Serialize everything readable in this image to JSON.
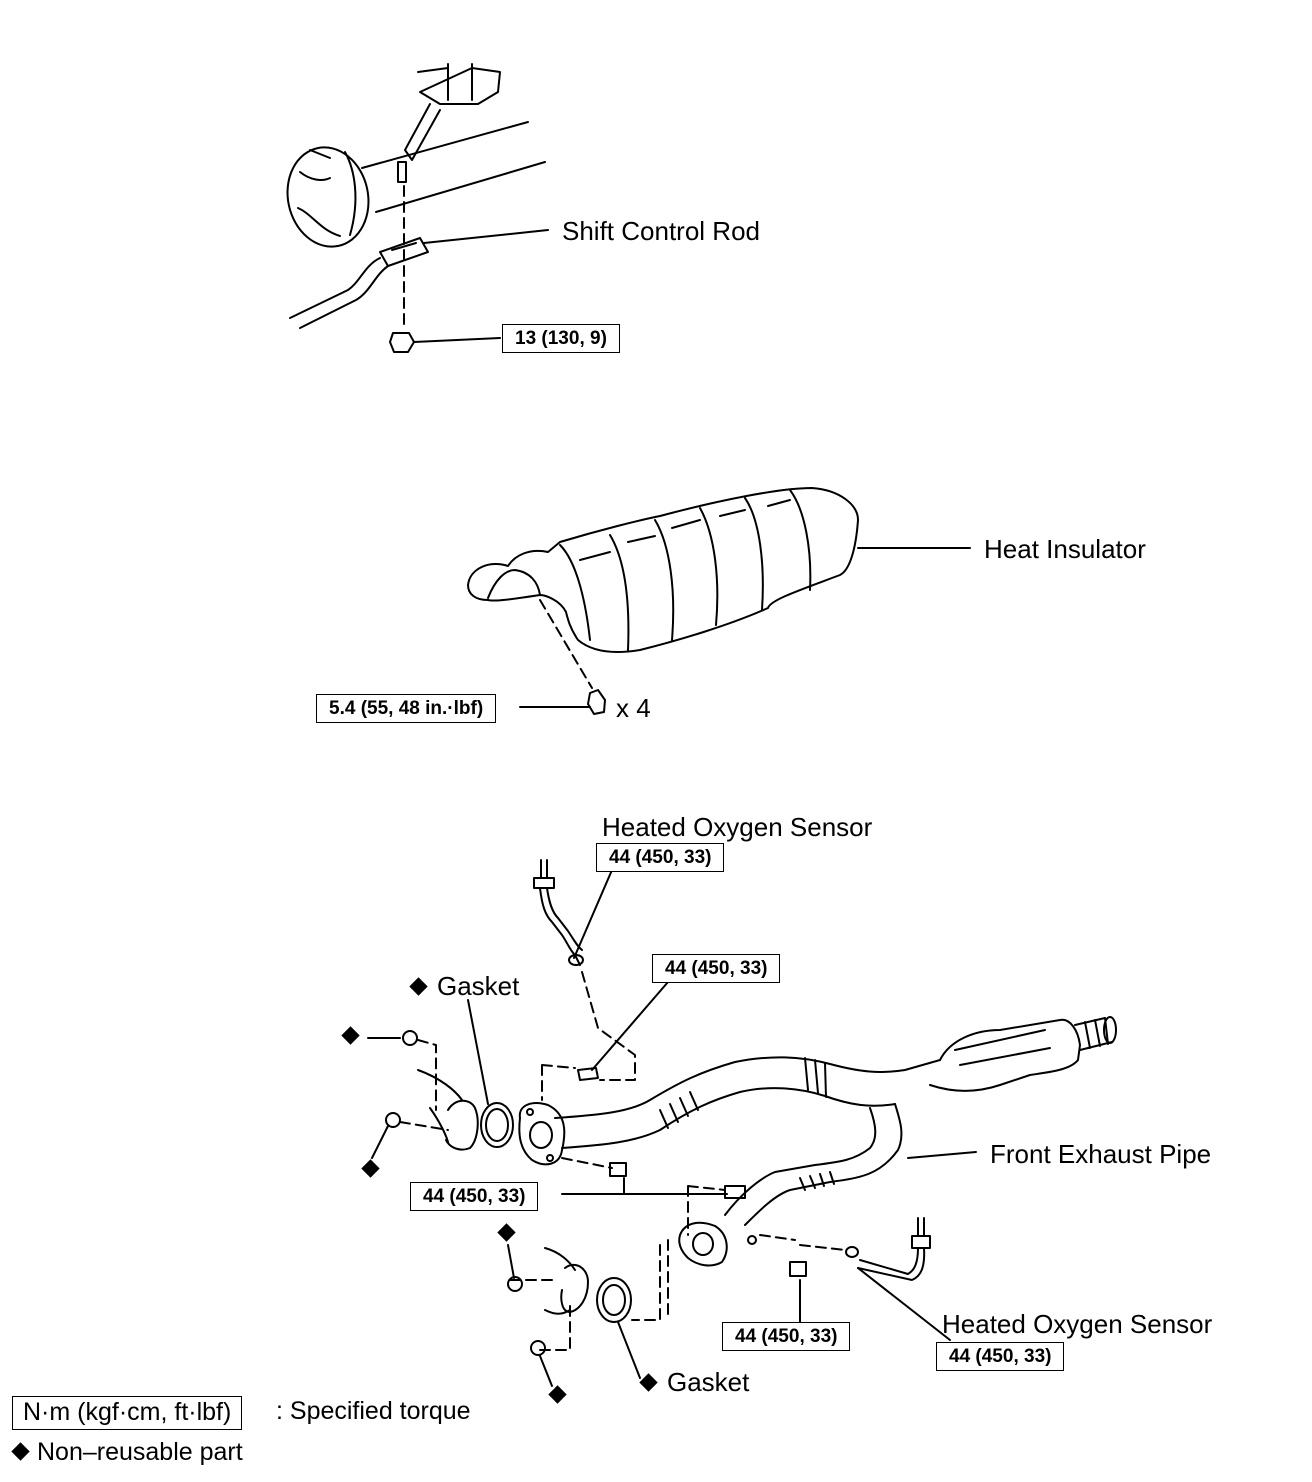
{
  "labels": {
    "shift_control_rod": "Shift Control Rod",
    "heat_insulator": "Heat Insulator",
    "heated_oxygen_sensor_top": "Heated Oxygen Sensor",
    "gasket_top": "Gasket",
    "front_exhaust_pipe": "Front Exhaust Pipe",
    "heated_oxygen_sensor_bottom": "Heated Oxygen Sensor",
    "gasket_bottom": "Gasket",
    "bolt_count": "x 4"
  },
  "torques": {
    "shift_rod_nut": "13 (130, 9)",
    "heat_insulator_bolts": "5.4 (55, 48 in.·lbf)",
    "oxygen_sensor_top": "44 (450, 33)",
    "flange_bolt_upper": "44 (450, 33)",
    "flange_bolts_left": "44 (450, 33)",
    "flange_bolt_lower": "44 (450, 33)",
    "oxygen_sensor_bottom": "44 (450, 33)"
  },
  "legend": {
    "torque_unit": "N·m (kgf·cm, ft·lbf)",
    "torque_desc": ": Specified torque",
    "nonreusable": "Non–reusable part"
  }
}
